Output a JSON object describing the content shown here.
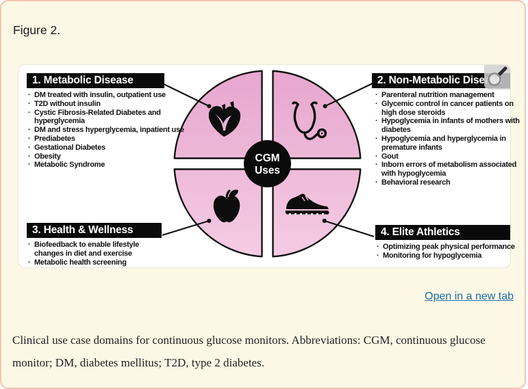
{
  "page": {
    "figure_label": "Figure 2.",
    "open_link": "Open in a new tab",
    "caption": "Clinical use case domains for continuous glucose monitors. Abbreviations: CGM, continuous glucose monitor; DM, diabetes mellitus; T2D, type 2 diabetes.",
    "link_color": "#1c6ca8",
    "background_color": "#fdf8e6",
    "border_color": "#f3c5b0"
  },
  "diagram": {
    "center": {
      "line1": "CGM",
      "line2": "Uses"
    },
    "colors": {
      "quadrant_pink_top": "#e7a6ce",
      "quadrant_pink_bottom": "#f5cce3",
      "outline_black": "#121212",
      "header_bg": "#0a0a0a",
      "header_text": "#ffffff"
    },
    "quadrants": [
      {
        "title": "1. Metabolic Disease",
        "icon": "heart-icon",
        "items": [
          "DM treated with insulin, outpatient use",
          "T2D without insulin",
          "Cystic Fibrosis-Related Diabetes and hyperglycemia",
          "DM and stress hyperglycemia, inpatient use",
          "Prediabetes",
          "Gestational Diabetes",
          "Obesity",
          "Metabolic Syndrome"
        ]
      },
      {
        "title": "2. Non-Metabolic Disease",
        "icon": "stethoscope-icon",
        "items": [
          "Parenteral nutrition management",
          "Glycemic control in cancer patients on high dose steroids",
          "Hypoglycemia in infants of mothers with diabetes",
          "Hypoglycemia and hyperglycemia in premature infants",
          "Gout",
          "Inborn errors of metabolism associated with hypoglycemia",
          "Behavioral research"
        ]
      },
      {
        "title": "3. Health & Wellness",
        "icon": "apple-icon",
        "items": [
          "Biofeedback to enable lifestyle changes in diet and exercise",
          "Metabolic health screening"
        ]
      },
      {
        "title": "4. Elite Athletics",
        "icon": "sneaker-icon",
        "items": [
          "Optimizing peak physical performance",
          "Monitoring for hypoglycemia"
        ]
      }
    ]
  }
}
